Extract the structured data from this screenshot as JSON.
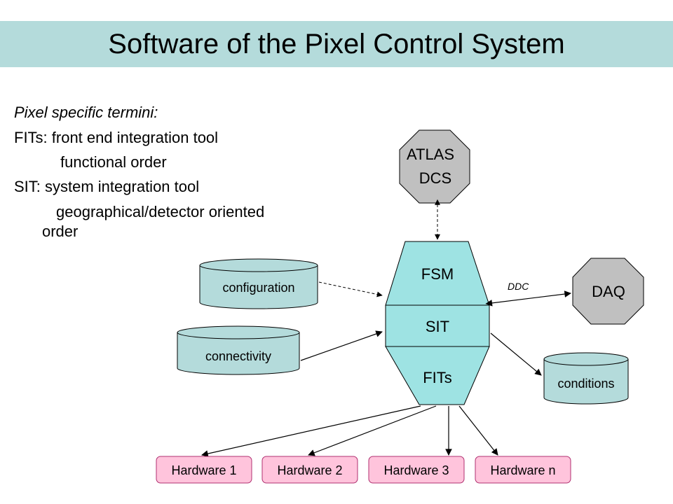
{
  "title": "Software of the Pixel Control System",
  "notes": {
    "heading": "Pixel specific termini:",
    "fits_line": "FITs: front end integration tool",
    "fits_desc": "functional order",
    "sit_line": "SIT:  system integration tool",
    "sit_desc_1": "geographical/detector oriented",
    "sit_desc_2": "order"
  },
  "diagram": {
    "atlas_line1": "ATLAS",
    "atlas_line2": "DCS",
    "daq": "DAQ",
    "ddc": "DDC",
    "fsm": "FSM",
    "sit": "SIT",
    "fits": "FITs",
    "configuration": "configuration",
    "connectivity": "connectivity",
    "conditions": "conditions",
    "hardware": [
      "Hardware 1",
      "Hardware 2",
      "Hardware 3",
      "Hardware n"
    ]
  },
  "colors": {
    "title_band": "#b4dbdb",
    "central_block": "#9ee3e3",
    "database": "#b4dbdb",
    "octagon": "#c0c0c0",
    "hardware_fill": "#ffc4dc",
    "hardware_border": "#b03070"
  }
}
